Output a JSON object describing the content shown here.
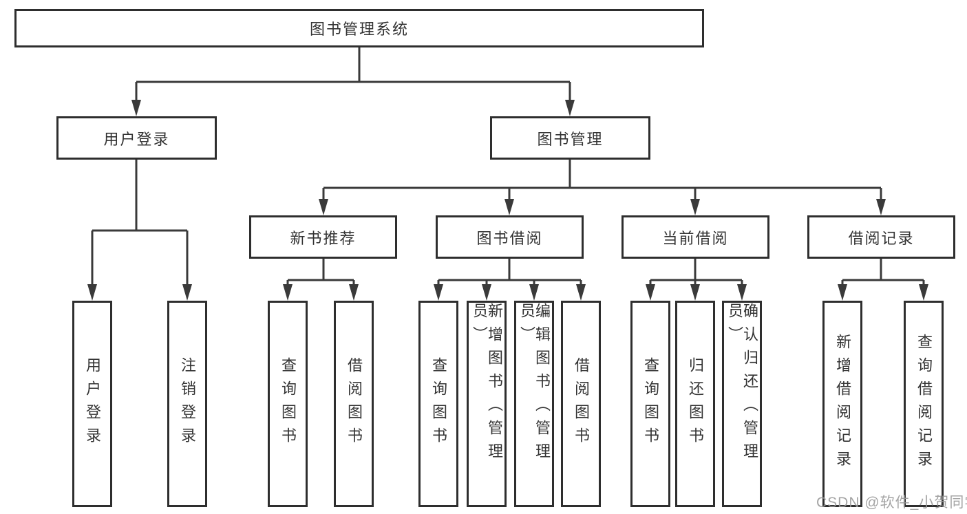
{
  "diagram": {
    "tree": {
      "label": "图书管理系统",
      "children": [
        {
          "label": "用户登录",
          "children": [
            {
              "label": "用户登录"
            },
            {
              "label": "注销登录"
            }
          ]
        },
        {
          "label": "图书管理",
          "children": [
            {
              "label": "新书推荐",
              "children": [
                {
                  "label": "查询图书"
                },
                {
                  "label": "借阅图书"
                }
              ]
            },
            {
              "label": "图书借阅",
              "children": [
                {
                  "label": "查询图书"
                },
                {
                  "label": "新增图书（管理员）"
                },
                {
                  "label": "编辑图书（管理员）"
                },
                {
                  "label": "借阅图书"
                }
              ]
            },
            {
              "label": "当前借阅",
              "children": [
                {
                  "label": "查询图书"
                },
                {
                  "label": "归还图书"
                },
                {
                  "label": "确认归还（管理员）"
                }
              ]
            },
            {
              "label": "借阅记录",
              "children": [
                {
                  "label": "新增借阅记录"
                },
                {
                  "label": "查询借阅记录"
                }
              ]
            }
          ]
        }
      ]
    },
    "watermark": "CSDN @软件_小贺同学",
    "colors": {
      "line": "#3a3a3a",
      "box_border": "#2e2e2e",
      "text": "#333333",
      "watermark": "#9b9b9b",
      "background": "#ffffff"
    }
  }
}
